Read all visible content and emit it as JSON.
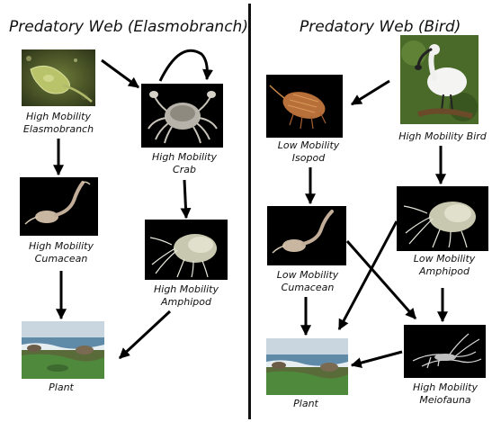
{
  "left_panel": {
    "title": "Predatory Web (Elasmobranch)",
    "nodes": {
      "elasmobranch": {
        "line1": "High Mobility",
        "line2": "Elasmobranch"
      },
      "crab": {
        "line1": "High Mobility",
        "line2": "Crab"
      },
      "cumacean": {
        "line1": "High Mobility",
        "line2": "Cumacean"
      },
      "amphipod": {
        "line1": "High Mobility",
        "line2": "Amphipod"
      },
      "plant": {
        "line1": "Plant"
      }
    }
  },
  "right_panel": {
    "title": "Predatory Web (Bird)",
    "nodes": {
      "isopod": {
        "line1": "Low Mobility",
        "line2": "Isopod"
      },
      "bird": {
        "line1": "High Mobility Bird"
      },
      "cumacean": {
        "line1": "Low Mobility",
        "line2": "Cumacean"
      },
      "amphipod": {
        "line1": "Low Mobility",
        "line2": "Amphipod"
      },
      "plant": {
        "line1": "Plant"
      },
      "meiofauna": {
        "line1": "High Mobility",
        "line2": "Meiofauna"
      }
    }
  }
}
